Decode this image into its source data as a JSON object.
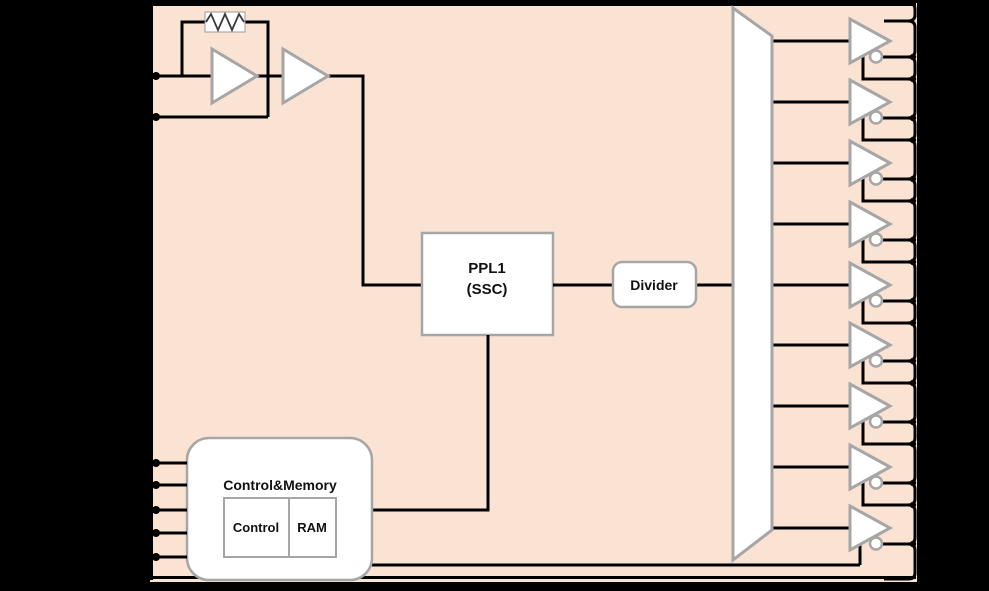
{
  "colors": {
    "background": "#000000",
    "chip_fill": "#fbe3d3",
    "block_fill": "#ffffff",
    "block_border": "#a6a6a6",
    "wire": "#000000"
  },
  "blocks": {
    "pll": {
      "line1": "PPL1",
      "line2": "(SSC)"
    },
    "divider": {
      "label": "Divider"
    },
    "control_memory": {
      "title": "Control&Memory",
      "control": "Control",
      "ram": "RAM"
    }
  },
  "components": {
    "oscillator": {
      "feedback_resistor": "resistor",
      "amps": 2
    },
    "mux": {
      "outputs": 9
    },
    "output_buffers": {
      "count": 9,
      "kind": "differential inverting output buffer"
    }
  },
  "pins": {
    "left_top_count": 2,
    "left_bottom_count": 5,
    "right_tab_count": 19
  }
}
